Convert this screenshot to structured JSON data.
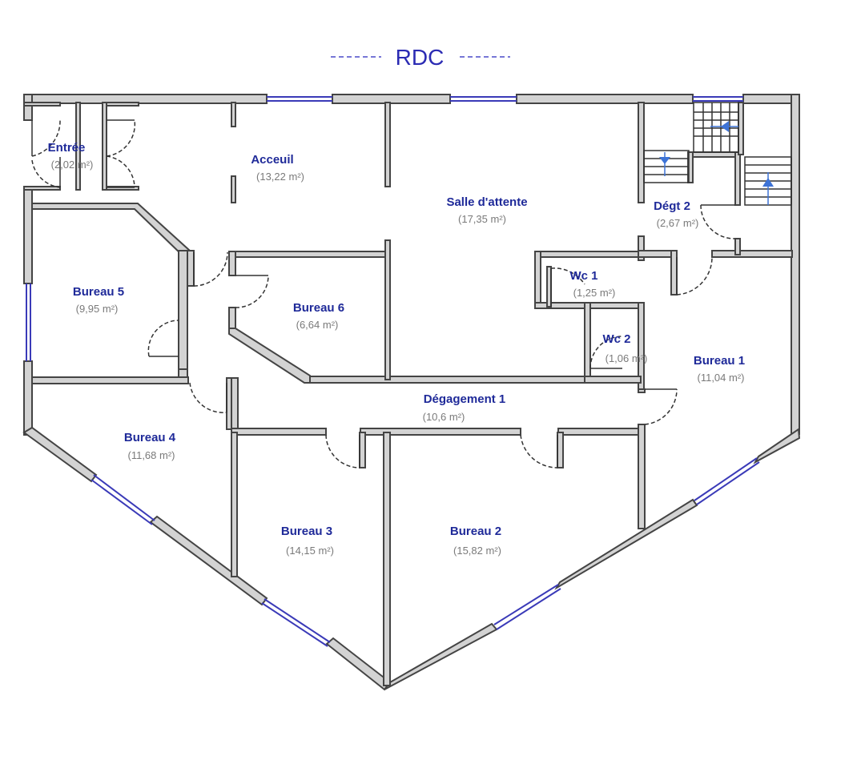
{
  "plan": {
    "title": "RDC",
    "rooms": [
      {
        "name": "Entrée",
        "area": "(2,02 m²)"
      },
      {
        "name": "Acceuil",
        "area": "(13,22 m²)"
      },
      {
        "name": "Salle d'attente",
        "area": "(17,35 m²)"
      },
      {
        "name": "Dégt 2",
        "area": "(2,67 m²)"
      },
      {
        "name": "Bureau 5",
        "area": "(9,95 m²)"
      },
      {
        "name": "Bureau 6",
        "area": "(6,64 m²)"
      },
      {
        "name": "Wc 1",
        "area": "(1,25 m²)"
      },
      {
        "name": "Wc 2",
        "area": "(1,06 m²)"
      },
      {
        "name": "Bureau 1",
        "area": "(11,04 m²)"
      },
      {
        "name": "Dégagement 1",
        "area": "(10,6 m²)"
      },
      {
        "name": "Bureau 4",
        "area": "(11,68 m²)"
      },
      {
        "name": "Bureau 3",
        "area": "(14,15 m²)"
      },
      {
        "name": "Bureau 2",
        "area": "(15,82 m²)"
      }
    ]
  }
}
